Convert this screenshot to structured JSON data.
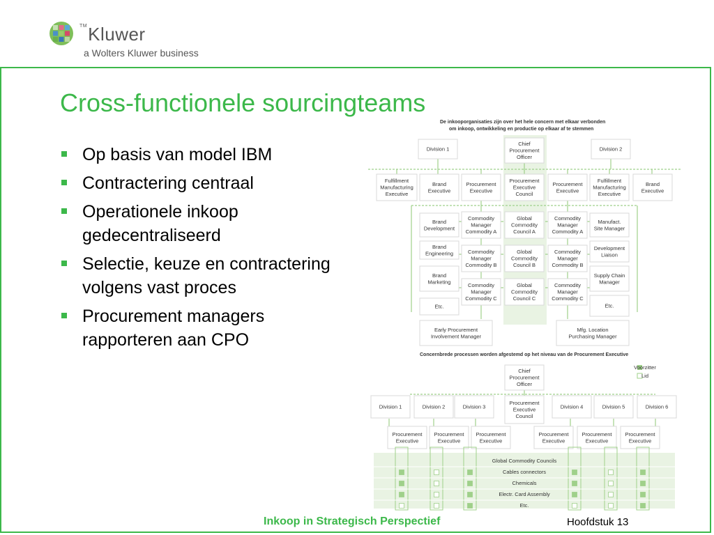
{
  "logo": {
    "tm": "TM",
    "name": "Kluwer",
    "tagline": "a Wolters Kluwer business"
  },
  "slide": {
    "title": "Cross-functionele sourcingteams",
    "bullets": [
      "Op basis van model IBM",
      "Contractering centraal",
      "Operationele inkoop gedecentraliseerd",
      "Selectie, keuze en contractering volgens vast proces",
      "Procurement managers rapporteren aan CPO"
    ]
  },
  "diagram": {
    "top_caption": [
      "De inkooporganisaties zijn over het hele concern met elkaar verbonden",
      "om inkoop, ontwikkeling en productie op elkaar af te stemmen"
    ],
    "top_boxes": [
      {
        "lines": [
          "Division 1"
        ]
      },
      {
        "lines": [
          "Chief",
          "Procurement",
          "Officer"
        ]
      },
      {
        "lines": [
          "Division 2"
        ]
      },
      {
        "lines": [
          "Fulfillment",
          "Manufacturing",
          "Executive"
        ]
      },
      {
        "lines": [
          "Brand",
          "Executive"
        ]
      },
      {
        "lines": [
          "Procurement",
          "Executive"
        ]
      },
      {
        "lines": [
          "Procurement",
          "Executive",
          "Council"
        ]
      },
      {
        "lines": [
          "Procurement",
          "Executive"
        ]
      },
      {
        "lines": [
          "Fulfillment",
          "Manufacturing",
          "Executive"
        ]
      },
      {
        "lines": [
          "Brand",
          "Executive"
        ]
      },
      {
        "lines": [
          "Brand",
          "Development"
        ]
      },
      {
        "lines": [
          "Commodity",
          "Manager",
          "Commodity A"
        ]
      },
      {
        "lines": [
          "Global",
          "Commodity",
          "Council A"
        ]
      },
      {
        "lines": [
          "Commodity",
          "Manager",
          "Commodity A"
        ]
      },
      {
        "lines": [
          "Manufact.",
          "Site Manager"
        ]
      },
      {
        "lines": [
          "Brand",
          "Engineering"
        ]
      },
      {
        "lines": [
          "Commodity",
          "Manager",
          "Commodity B"
        ]
      },
      {
        "lines": [
          "Global",
          "Commodity",
          "Council B"
        ]
      },
      {
        "lines": [
          "Commodity",
          "Manager",
          "Commodity B"
        ]
      },
      {
        "lines": [
          "Development",
          "Liaison"
        ]
      },
      {
        "lines": [
          "Brand",
          "Marketing"
        ]
      },
      {
        "lines": [
          "Commodity",
          "Manager",
          "Commodity C"
        ]
      },
      {
        "lines": [
          "Global",
          "Commodity",
          "Council C"
        ]
      },
      {
        "lines": [
          "Commodity",
          "Manager",
          "Commodity C"
        ]
      },
      {
        "lines": [
          "Supply Chain",
          "Manager"
        ]
      },
      {
        "lines": [
          "Etc."
        ]
      },
      {
        "lines": [
          "Etc."
        ]
      },
      {
        "lines": [
          "Early Procurement",
          "Involvement Manager"
        ]
      },
      {
        "lines": [
          "Mfg. Location",
          "Purchasing Manager"
        ]
      }
    ],
    "bottom_caption": "Concernbrede processen worden afgestemd op het niveau van de Procurement Executive",
    "bottom_boxes": [
      {
        "lines": [
          "Chief",
          "Procurement",
          "Officer"
        ]
      },
      {
        "lines": [
          "Division 1"
        ]
      },
      {
        "lines": [
          "Division 2"
        ]
      },
      {
        "lines": [
          "Division 3"
        ]
      },
      {
        "lines": [
          "Procurement",
          "Executive",
          "Council"
        ]
      },
      {
        "lines": [
          "Division 4"
        ]
      },
      {
        "lines": [
          "Division 5"
        ]
      },
      {
        "lines": [
          "Division 6"
        ]
      },
      {
        "lines": [
          "Procurement",
          "Executive"
        ]
      },
      {
        "lines": [
          "Procurement",
          "Executive"
        ]
      },
      {
        "lines": [
          "Procurement",
          "Executive"
        ]
      },
      {
        "lines": [
          "Procurement",
          "Executive"
        ]
      },
      {
        "lines": [
          "Procurement",
          "Executive"
        ]
      },
      {
        "lines": [
          "Procurement",
          "Executive"
        ]
      }
    ],
    "legend": [
      "Voorzitter",
      "Lid"
    ],
    "table": {
      "header": "Global Commodity Councils",
      "rows": [
        "Cables connectors",
        "Chemicals",
        "Electr. Card Assembly",
        "Etc."
      ],
      "marks": [
        [
          1,
          0,
          1,
          1,
          0,
          1
        ],
        [
          1,
          0,
          1,
          1,
          0,
          1
        ],
        [
          1,
          0,
          1,
          1,
          0,
          1
        ],
        [
          0,
          0,
          1,
          0,
          0,
          1
        ]
      ]
    }
  },
  "footer": {
    "center": "Inkoop in Strategisch Perspectief",
    "right": "Hoofdstuk 13"
  },
  "colors": {
    "accent": "#3cb84a",
    "diagram_green": "#9fd08a",
    "diagram_bg": "#e9f3e3"
  }
}
